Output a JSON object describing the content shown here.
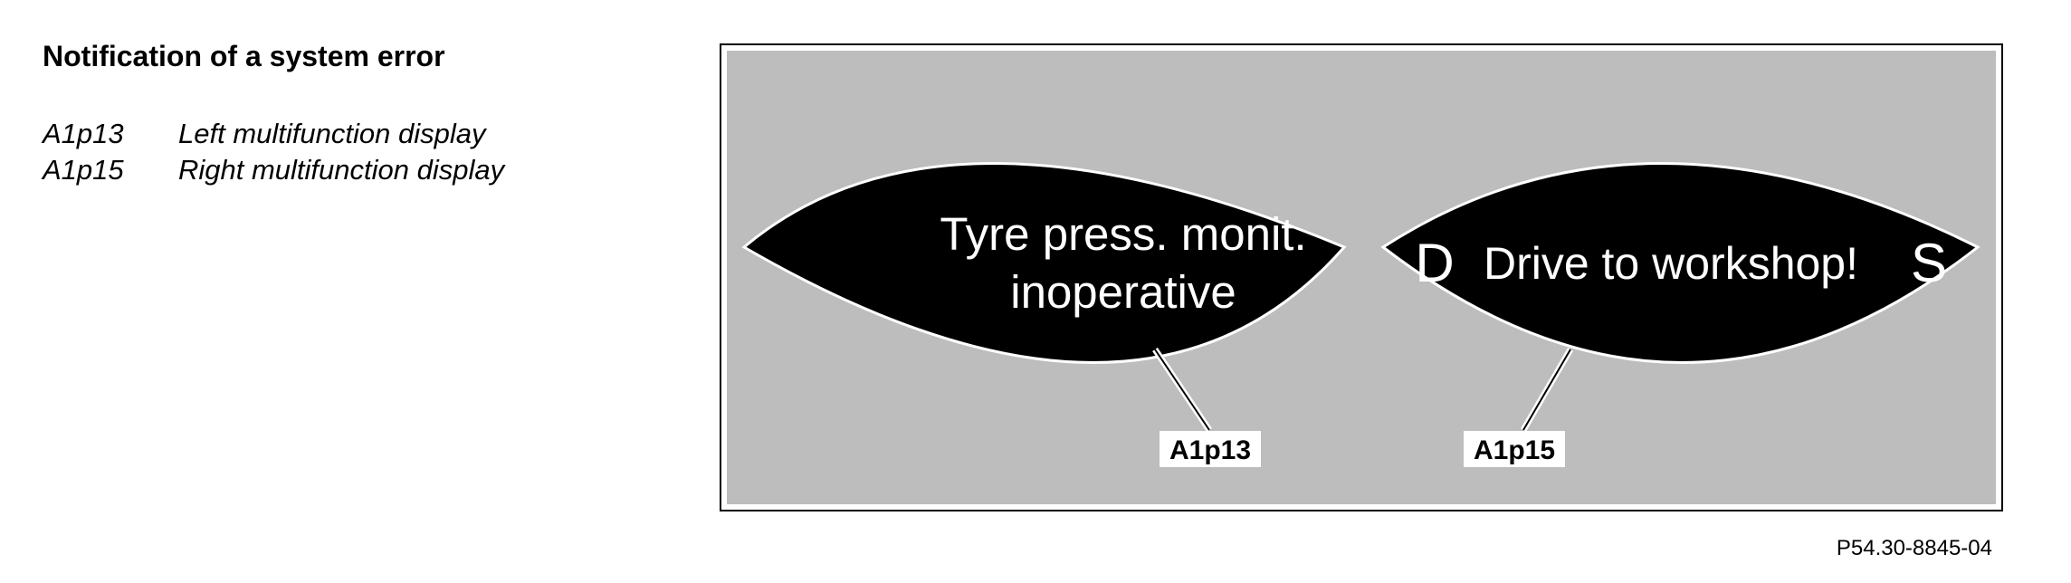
{
  "heading": "Notification of a system error",
  "legend": [
    {
      "code": "A1p13",
      "description": "Left multifunction display"
    },
    {
      "code": "A1p15",
      "description": "Right multifunction display"
    }
  ],
  "figure": {
    "left_display": {
      "line1": "Tyre press. monit.",
      "line2": "inoperative",
      "callout": "A1p13"
    },
    "right_display": {
      "left_letter": "D",
      "message": "Drive to workshop!",
      "right_letter": "S",
      "callout": "A1p15"
    },
    "colors": {
      "panel_background": "#bdbdbd",
      "display_fill": "#000000",
      "display_text": "#ffffff",
      "label_background": "#ffffff"
    }
  },
  "reference_number": "P54.30-8845-04"
}
